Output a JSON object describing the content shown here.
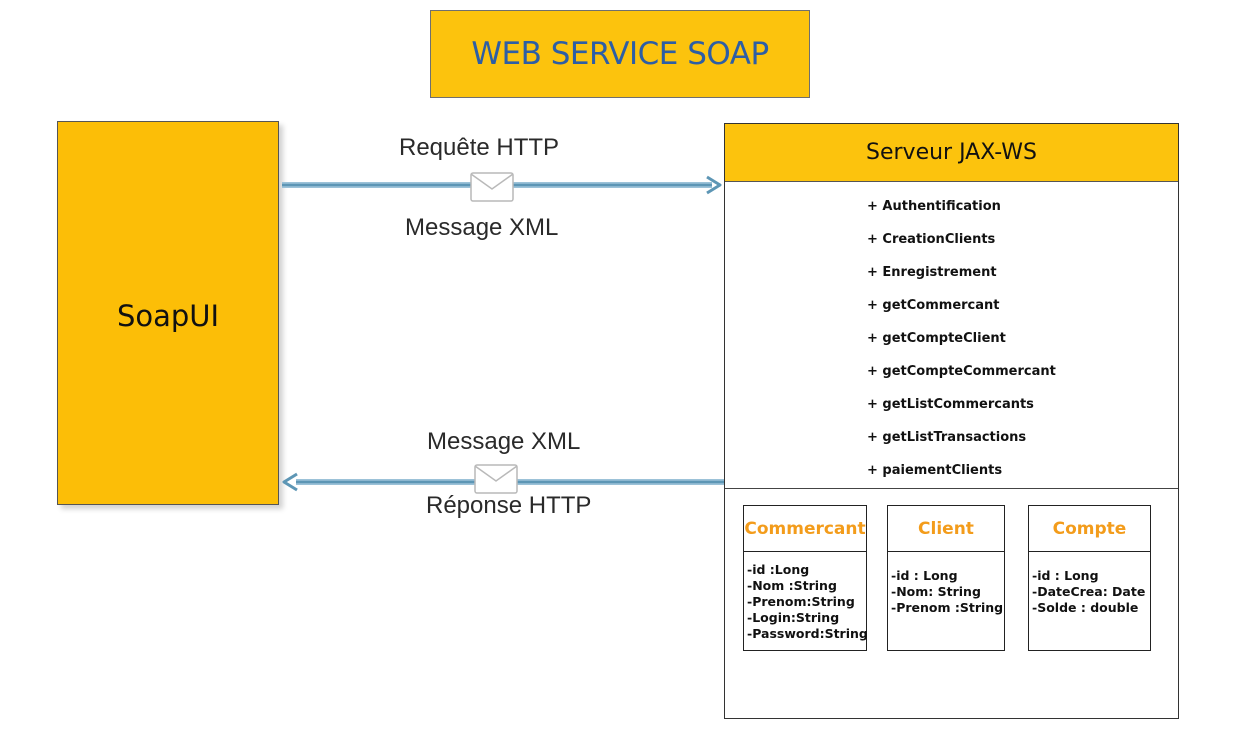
{
  "title": "WEB SERVICE SOAP",
  "client": {
    "label": "SoapUI"
  },
  "request": {
    "top_label": "Requête HTTP",
    "bottom_label": "Message XML"
  },
  "response": {
    "top_label": "Message XML",
    "bottom_label": "Réponse HTTP"
  },
  "server": {
    "title": "Serveur JAX-WS",
    "methods": [
      "+ Authentification",
      "+ CreationClients",
      "+ Enregistrement",
      "+ getCommercant",
      "+ getCompteClient",
      "+ getCompteCommercant",
      "+ getListCommercants",
      "+ getListTransactions",
      "+ paiementClients"
    ],
    "entities": [
      {
        "name": "Commercant",
        "attributes": [
          "-id :Long",
          "-Nom :String",
          "-Prenom:String",
          "-Login:String",
          "-Password:String"
        ]
      },
      {
        "name": "Client",
        "attributes": [
          "-id : Long",
          "-Nom: String",
          "-Prenom :String"
        ]
      },
      {
        "name": "Compte",
        "attributes": [
          "-id : Long",
          "-DateCrea: Date",
          "-Solde : double"
        ]
      }
    ]
  },
  "colors": {
    "box_fill": "#fcc30d",
    "title_text": "#2d5ea5",
    "entity_title": "#f39c1b",
    "arrow": "#5d96b5"
  },
  "icons": [
    "envelope-icon",
    "arrow-right-icon",
    "arrow-left-icon"
  ]
}
